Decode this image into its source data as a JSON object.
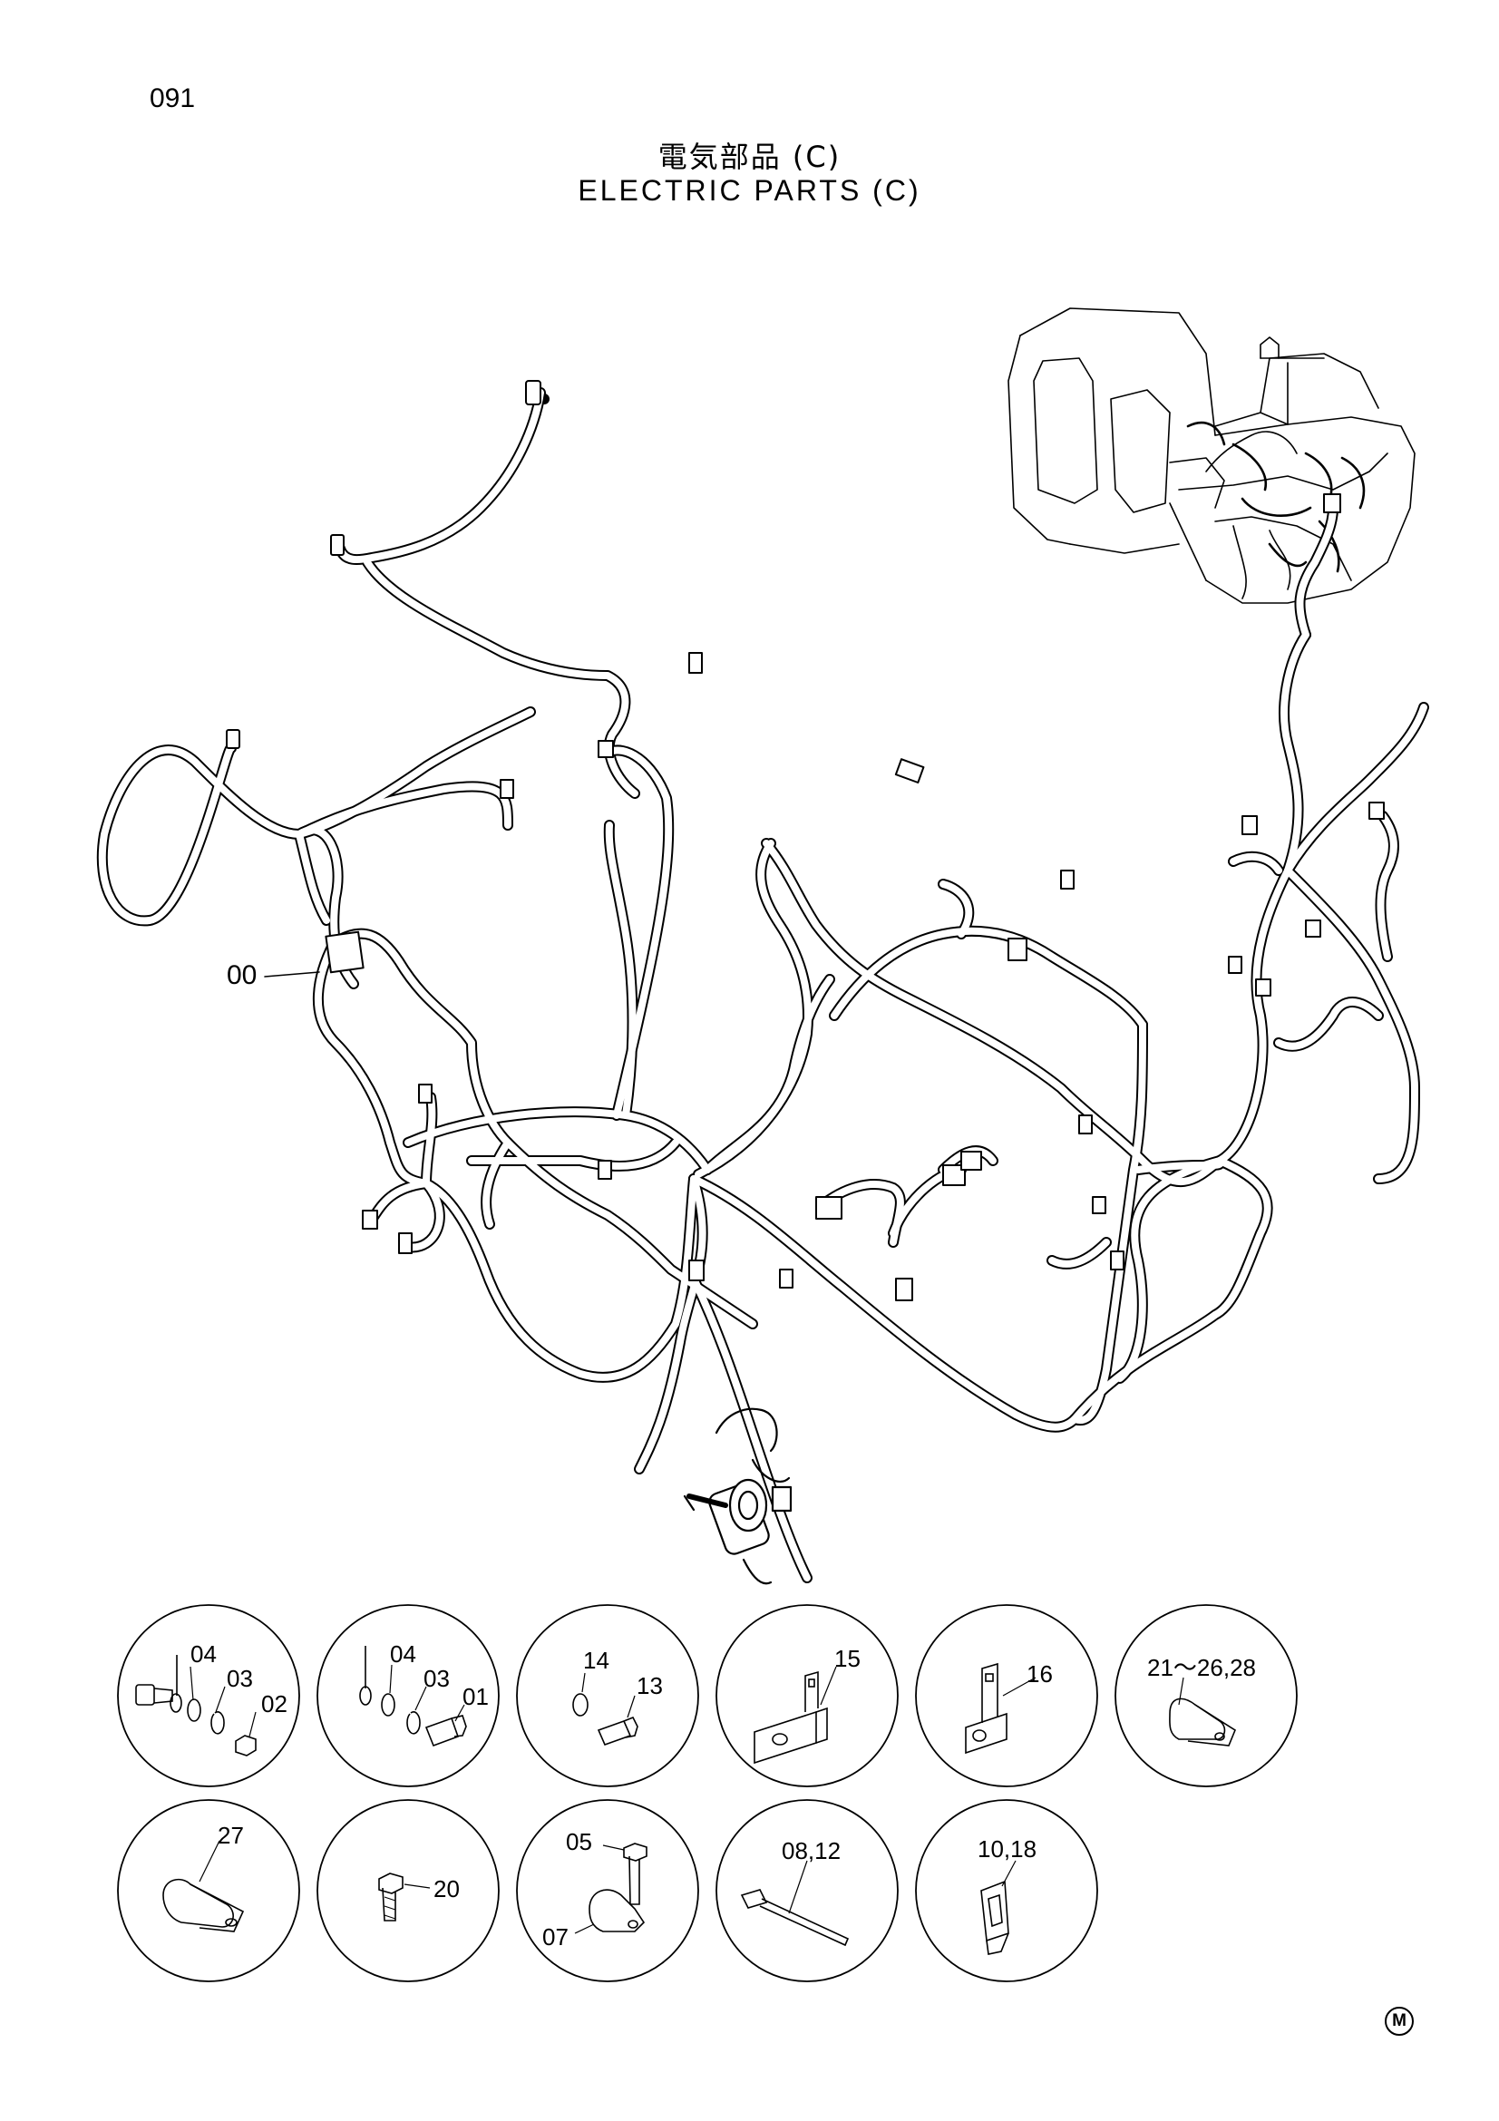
{
  "page_number": "091",
  "title_jp": "電気部品 (C)",
  "title_en": "ELECTRIC PARTS (C)",
  "main_callout": "00",
  "detail_circles": [
    {
      "id": "c1",
      "labels": [
        "04",
        "03",
        "02"
      ]
    },
    {
      "id": "c2",
      "labels": [
        "04",
        "03",
        "01"
      ]
    },
    {
      "id": "c3",
      "labels": [
        "14",
        "13"
      ]
    },
    {
      "id": "c4",
      "labels": [
        "15"
      ]
    },
    {
      "id": "c5",
      "labels": [
        "16"
      ]
    },
    {
      "id": "c6",
      "labels": [
        "21～26,28"
      ]
    },
    {
      "id": "c7",
      "labels": [
        "27"
      ]
    },
    {
      "id": "c8",
      "labels": [
        "20"
      ]
    },
    {
      "id": "c9",
      "labels": [
        "05",
        "07"
      ]
    },
    {
      "id": "c10",
      "labels": [
        "08,12"
      ]
    },
    {
      "id": "c11",
      "labels": [
        "10,18"
      ]
    }
  ],
  "corner_mark": "M"
}
